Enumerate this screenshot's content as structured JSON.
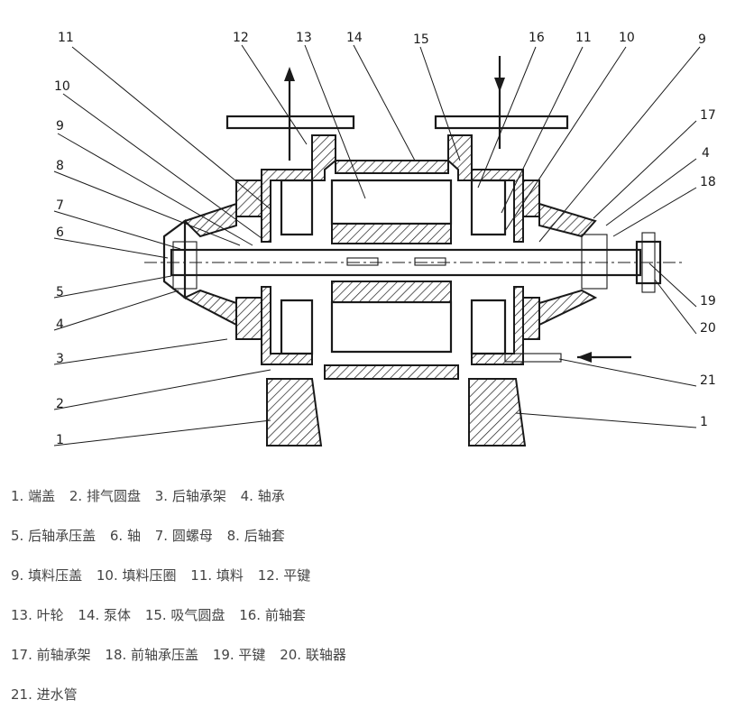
{
  "callouts": [
    {
      "id": "c11a",
      "text": "11"
    },
    {
      "id": "c12",
      "text": "12"
    },
    {
      "id": "c13",
      "text": "13"
    },
    {
      "id": "c14",
      "text": "14"
    },
    {
      "id": "c15",
      "text": "15"
    },
    {
      "id": "c16",
      "text": "16"
    },
    {
      "id": "c11b",
      "text": "11"
    },
    {
      "id": "c10b",
      "text": "10"
    },
    {
      "id": "c9b",
      "text": "9"
    },
    {
      "id": "c10a",
      "text": "10"
    },
    {
      "id": "c9a",
      "text": "9"
    },
    {
      "id": "c8",
      "text": "8"
    },
    {
      "id": "c7",
      "text": "7"
    },
    {
      "id": "c6",
      "text": "6"
    },
    {
      "id": "c5",
      "text": "5"
    },
    {
      "id": "c4a",
      "text": "4"
    },
    {
      "id": "c3",
      "text": "3"
    },
    {
      "id": "c2",
      "text": "2"
    },
    {
      "id": "c1a",
      "text": "1"
    },
    {
      "id": "c17",
      "text": "17"
    },
    {
      "id": "c4b",
      "text": "4"
    },
    {
      "id": "c18",
      "text": "18"
    },
    {
      "id": "c19",
      "text": "19"
    },
    {
      "id": "c20",
      "text": "20"
    },
    {
      "id": "c21",
      "text": "21"
    },
    {
      "id": "c1b",
      "text": "1"
    }
  ],
  "legend": [
    [
      "1. 端盖",
      "2. 排气圆盘",
      "3. 后轴承架",
      "4. 轴承"
    ],
    [
      "5. 后轴承压盖",
      "6. 轴",
      "7. 圆螺母",
      "8. 后轴套"
    ],
    [
      "9. 填料压盖",
      "10. 填料压圈",
      "11. 填料",
      "12. 平键"
    ],
    [
      "13. 叶轮",
      "14. 泵体",
      "15. 吸气圆盘",
      "16. 前轴套"
    ],
    [
      "17. 前轴承架",
      "18. 前轴承压盖",
      "19. 平键",
      "20. 联轴器"
    ],
    [
      "21. 进水管"
    ]
  ]
}
